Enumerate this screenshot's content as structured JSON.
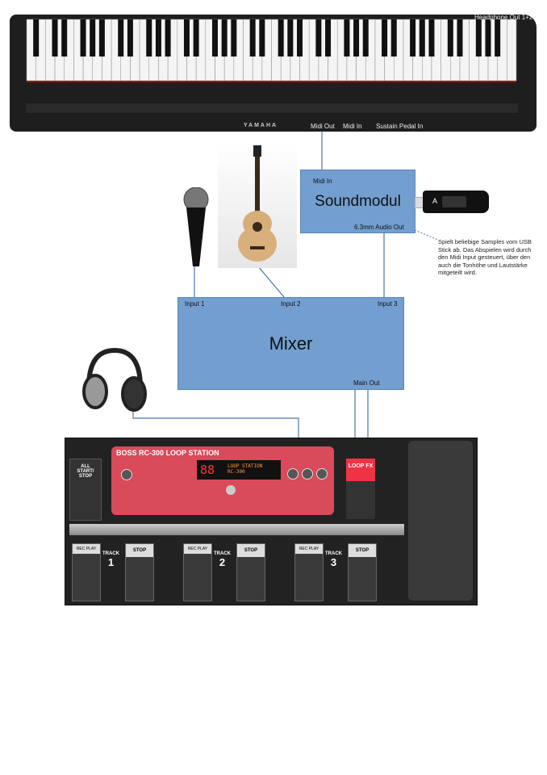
{
  "keyboard": {
    "brand": "YAMAHA",
    "labels": {
      "headphone_out": "Headphone Out 1+2",
      "midi_out": "Midi Out",
      "midi_in": "Midi In",
      "sustain": "Sustain Pedal In"
    }
  },
  "soundmodul": {
    "title": "Soundmodul",
    "midi_in": "Midi In",
    "audio_out": "6.3mm Audio Out",
    "note": "Spielt beliebige Samples vom USB Stick ab. Das Abspielen wird durch den Midi Input gesteuert, über den auch die Tonhöhe und Lautstärke mitgeteilt wird."
  },
  "mixer": {
    "title": "Mixer",
    "input1": "Input 1",
    "input2": "Input 2",
    "input3": "Input 3",
    "main_out": "Main Out"
  },
  "loopstation": {
    "brand": "BOSS",
    "model": "RC-300",
    "name": "LOOP STATION",
    "display_num": "88",
    "display_text1": "LOOP STATION",
    "display_text2": "RC-300",
    "all_start_stop": "ALL START/ STOP",
    "loop_fx": "LOOP FX",
    "stop": "STOP",
    "rec_play": "REC PLAY",
    "track": "TRACK",
    "tracks": [
      "1",
      "2",
      "3"
    ]
  },
  "colors": {
    "box": "#729fcf",
    "line": "#4a74a8",
    "panel": "#d94a5a"
  }
}
